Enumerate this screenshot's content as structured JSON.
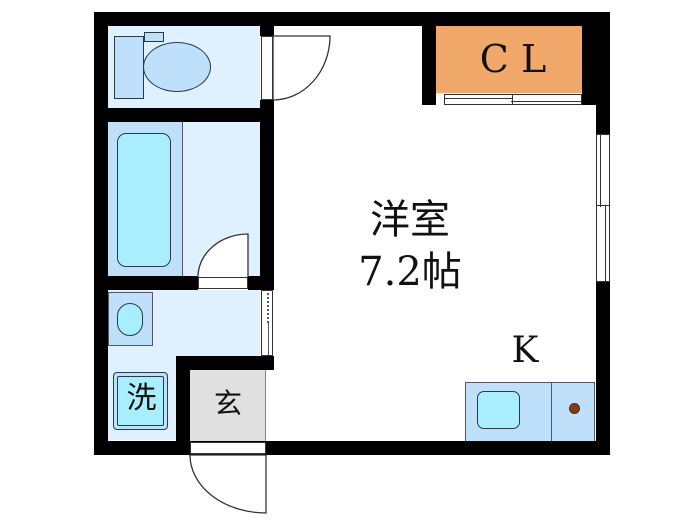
{
  "floorplan": {
    "rooms": {
      "western_room": {
        "label": "洋室",
        "size": "7.2帖"
      },
      "closet": {
        "label": "C L"
      },
      "kitchen": {
        "label": "K"
      },
      "entrance": {
        "label": "玄"
      },
      "washer": {
        "label": "洗"
      }
    },
    "colors": {
      "wall": "#000000",
      "wet_area": "#dff0ff",
      "fixture": "#bfe0fa",
      "fixture_inner": "#a8eefc",
      "closet": "#f0a96b",
      "entrance": "#e0e0e0",
      "stove_dot": "#8b3a0a"
    }
  }
}
